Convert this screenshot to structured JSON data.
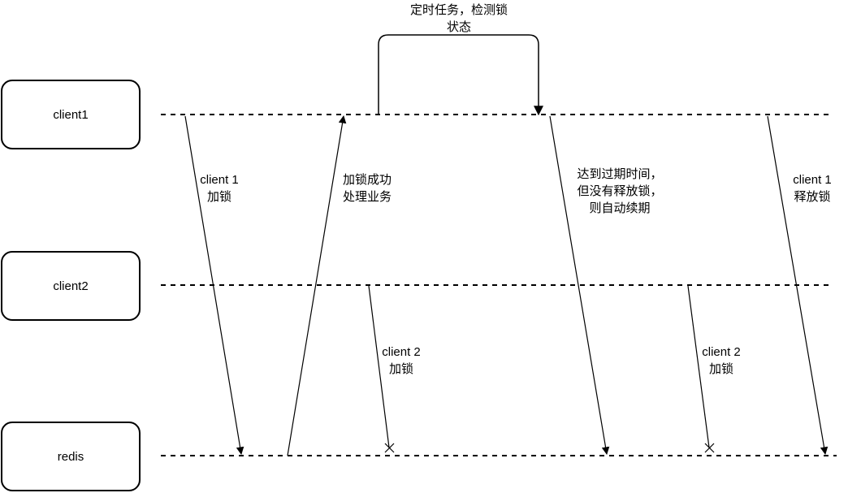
{
  "actors": {
    "client1": "client1",
    "client2": "client2",
    "redis": "redis"
  },
  "timer_label": [
    "定时任务，检测锁",
    "状态"
  ],
  "messages": [
    {
      "id": "c1-lock",
      "lines": [
        "client 1",
        "加锁"
      ]
    },
    {
      "id": "lock-success",
      "lines": [
        "加锁成功",
        "处理业务"
      ]
    },
    {
      "id": "c2-lock-1",
      "lines": [
        "client 2",
        "加锁"
      ]
    },
    {
      "id": "auto-renew",
      "lines": [
        "达到过期时间，",
        "但没有释放锁，",
        "则自动续期"
      ]
    },
    {
      "id": "c2-lock-2",
      "lines": [
        "client 2",
        "加锁"
      ]
    },
    {
      "id": "c1-release",
      "lines": [
        "client 1",
        "释放锁"
      ]
    }
  ]
}
